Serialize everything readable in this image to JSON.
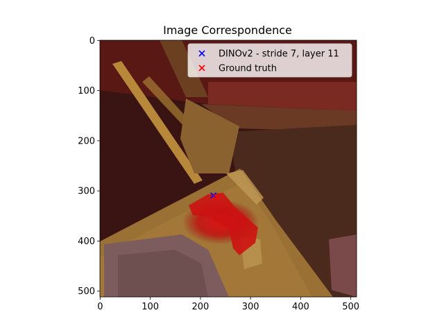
{
  "chart_data": {
    "type": "scatter",
    "title": "Image Correspondence",
    "xlabel": "",
    "ylabel": "",
    "xlim": [
      0,
      511
    ],
    "ylim": [
      511,
      0
    ],
    "xticks": [
      0,
      100,
      200,
      300,
      400,
      500
    ],
    "yticks": [
      0,
      100,
      200,
      300,
      400,
      500
    ],
    "background": "image",
    "legend_position": "upper-right",
    "series": [
      {
        "name": "DINOv2 - stride 7, layer 11",
        "marker": "x",
        "color": "#0000ff",
        "points": [
          {
            "x": 226,
            "y": 309
          }
        ]
      },
      {
        "name": "Ground truth",
        "marker": "x",
        "color": "#ff0000",
        "points": [
          {
            "x": 232,
            "y": 313
          }
        ]
      }
    ]
  }
}
